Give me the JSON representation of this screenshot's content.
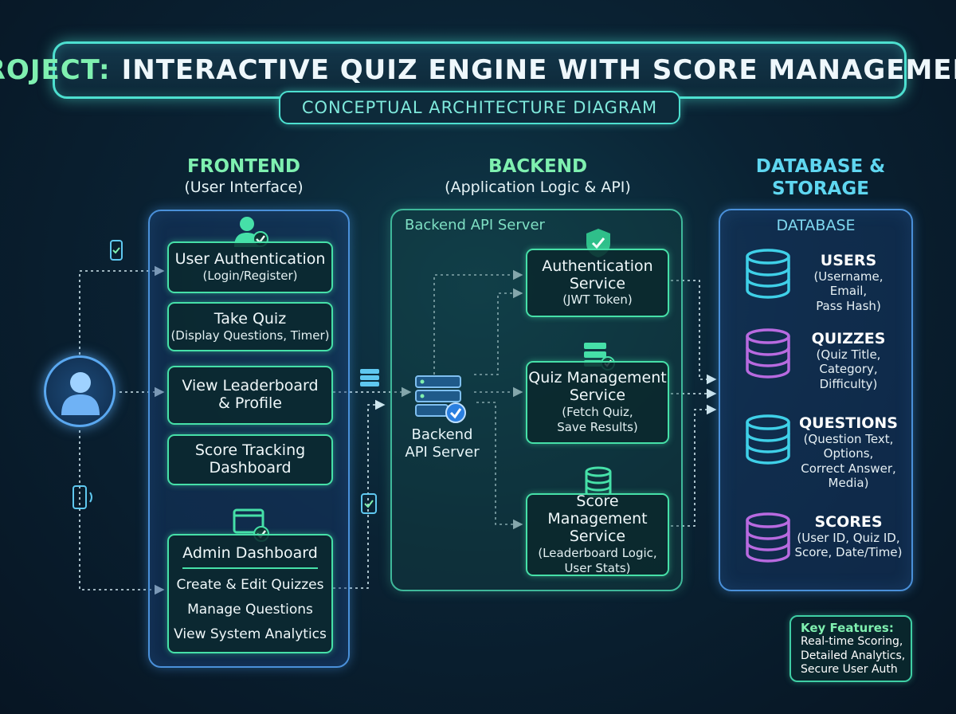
{
  "title": {
    "prefix": "PROJECT:",
    "main": "INTERACTIVE QUIZ ENGINE WITH SCORE MANAGEMENT"
  },
  "subtitle": "CONCEPTUAL ARCHITECTURE DIAGRAM",
  "columns": {
    "frontend": {
      "heading": "FRONTEND",
      "sub": "(User Interface)"
    },
    "backend": {
      "heading": "BACKEND",
      "sub": "(Application Logic & API)"
    },
    "database": {
      "heading_line1": "DATABASE &",
      "heading_line2": "STORAGE"
    }
  },
  "frontend": {
    "auth": {
      "title": "User Authentication",
      "sub": "(Login/Register)"
    },
    "quiz": {
      "title": "Take Quiz",
      "sub": "(Display Questions, Timer)"
    },
    "leaderboard": {
      "line1": "View Leaderboard",
      "line2": "& Profile"
    },
    "score": {
      "line1": "Score Tracking",
      "line2": "Dashboard"
    },
    "admin": {
      "title": "Admin Dashboard",
      "items": [
        "Create & Edit Quizzes",
        "Manage Questions",
        "View System Analytics"
      ]
    }
  },
  "backend": {
    "panel_label": "Backend API Server",
    "server": {
      "line1": "Backend",
      "line2": "API Server"
    },
    "services": [
      {
        "line1": "Authentication",
        "line2": "Service",
        "desc1": "(JWT Token)",
        "desc2": ""
      },
      {
        "line1": "Quiz Management",
        "line2": "Service",
        "desc1": "(Fetch Quiz,",
        "desc2": "Save Results)"
      },
      {
        "line1": "Score Management",
        "line2": "Service",
        "desc1": "(Leaderboard Logic,",
        "desc2": "User Stats)"
      }
    ]
  },
  "database": {
    "label": "DATABASE",
    "tables": [
      {
        "name": "USERS",
        "lines": [
          "(Username, Email,",
          "Pass Hash)"
        ],
        "color": "#3fd0e8"
      },
      {
        "name": "QUIZZES",
        "lines": [
          "(Quiz Title,",
          "Category,",
          "Difficulty)"
        ],
        "color": "#b86ae0"
      },
      {
        "name": "QUESTIONS",
        "lines": [
          "(Question Text,",
          "Options,",
          "Correct Answer,",
          "Media)"
        ],
        "color": "#3fd0e8"
      },
      {
        "name": "SCORES",
        "lines": [
          "(User ID, Quiz ID,",
          "Score, Date/Time)"
        ],
        "color": "#b86ae0"
      }
    ]
  },
  "key_features": {
    "title": "Key Features:",
    "items": [
      "Real-time Scoring,",
      "Detailed Analytics,",
      "Secure User Auth"
    ]
  },
  "colors": {
    "accent": "#46e0a8",
    "frontend_border": "#4a90d9",
    "backend_border": "#3fb89a",
    "title_border": "#4de0d0"
  }
}
